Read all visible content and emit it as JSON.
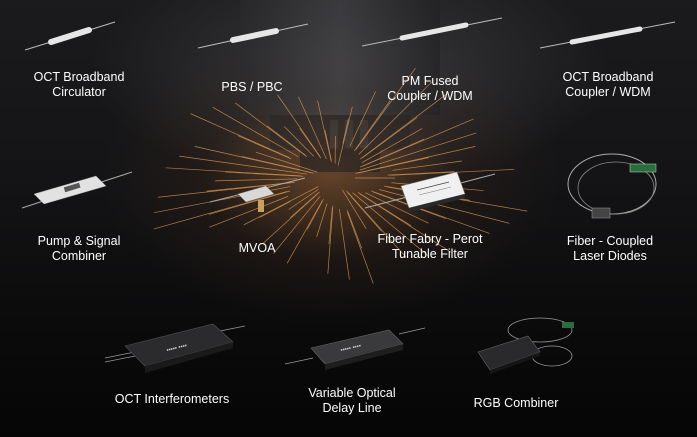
{
  "products": [
    {
      "id": "oct-broadband-circulator",
      "lines": [
        "OCT Broadband",
        "Circulator"
      ],
      "device_icon": "fiber-tube-icon"
    },
    {
      "id": "pbs-pbc",
      "lines": [
        "PBS / PBC"
      ],
      "device_icon": "fiber-tube-icon"
    },
    {
      "id": "pm-fused-coupler-wdm",
      "lines": [
        "PM Fused",
        "Coupler / WDM"
      ],
      "device_icon": "fiber-tube-icon"
    },
    {
      "id": "oct-broadband-coupler-wdm",
      "lines": [
        "OCT Broadband",
        "Coupler / WDM"
      ],
      "device_icon": "fiber-tube-icon"
    },
    {
      "id": "pump-signal-combiner",
      "lines": [
        "Pump & Signal",
        "Combiner"
      ],
      "device_icon": "combiner-module-icon"
    },
    {
      "id": "mvoa",
      "lines": [
        "MVOA"
      ],
      "device_icon": "attenuator-module-icon"
    },
    {
      "id": "fiber-fabry-perot-tunable-filter",
      "lines": [
        "Fiber Fabry - Perot",
        "Tunable Filter"
      ],
      "device_icon": "filter-box-icon"
    },
    {
      "id": "fiber-coupled-laser-diodes",
      "lines": [
        "Fiber - Coupled",
        "Laser Diodes"
      ],
      "device_icon": "laser-diode-coil-icon"
    },
    {
      "id": "oct-interferometers",
      "lines": [
        "OCT Interferometers"
      ],
      "device_icon": "interferometer-box-icon"
    },
    {
      "id": "variable-optical-delay-line",
      "lines": [
        "Variable Optical",
        "Delay Line"
      ],
      "device_icon": "delay-line-box-icon"
    },
    {
      "id": "rgb-combiner",
      "lines": [
        "RGB Combiner"
      ],
      "device_icon": "rgb-combiner-box-icon"
    }
  ],
  "colors": {
    "background": "#0b0b0c",
    "text": "#ffffff",
    "device_metal": "#c9c9c9",
    "device_dark": "#2a2a2c",
    "spark": "#e8a35a"
  }
}
